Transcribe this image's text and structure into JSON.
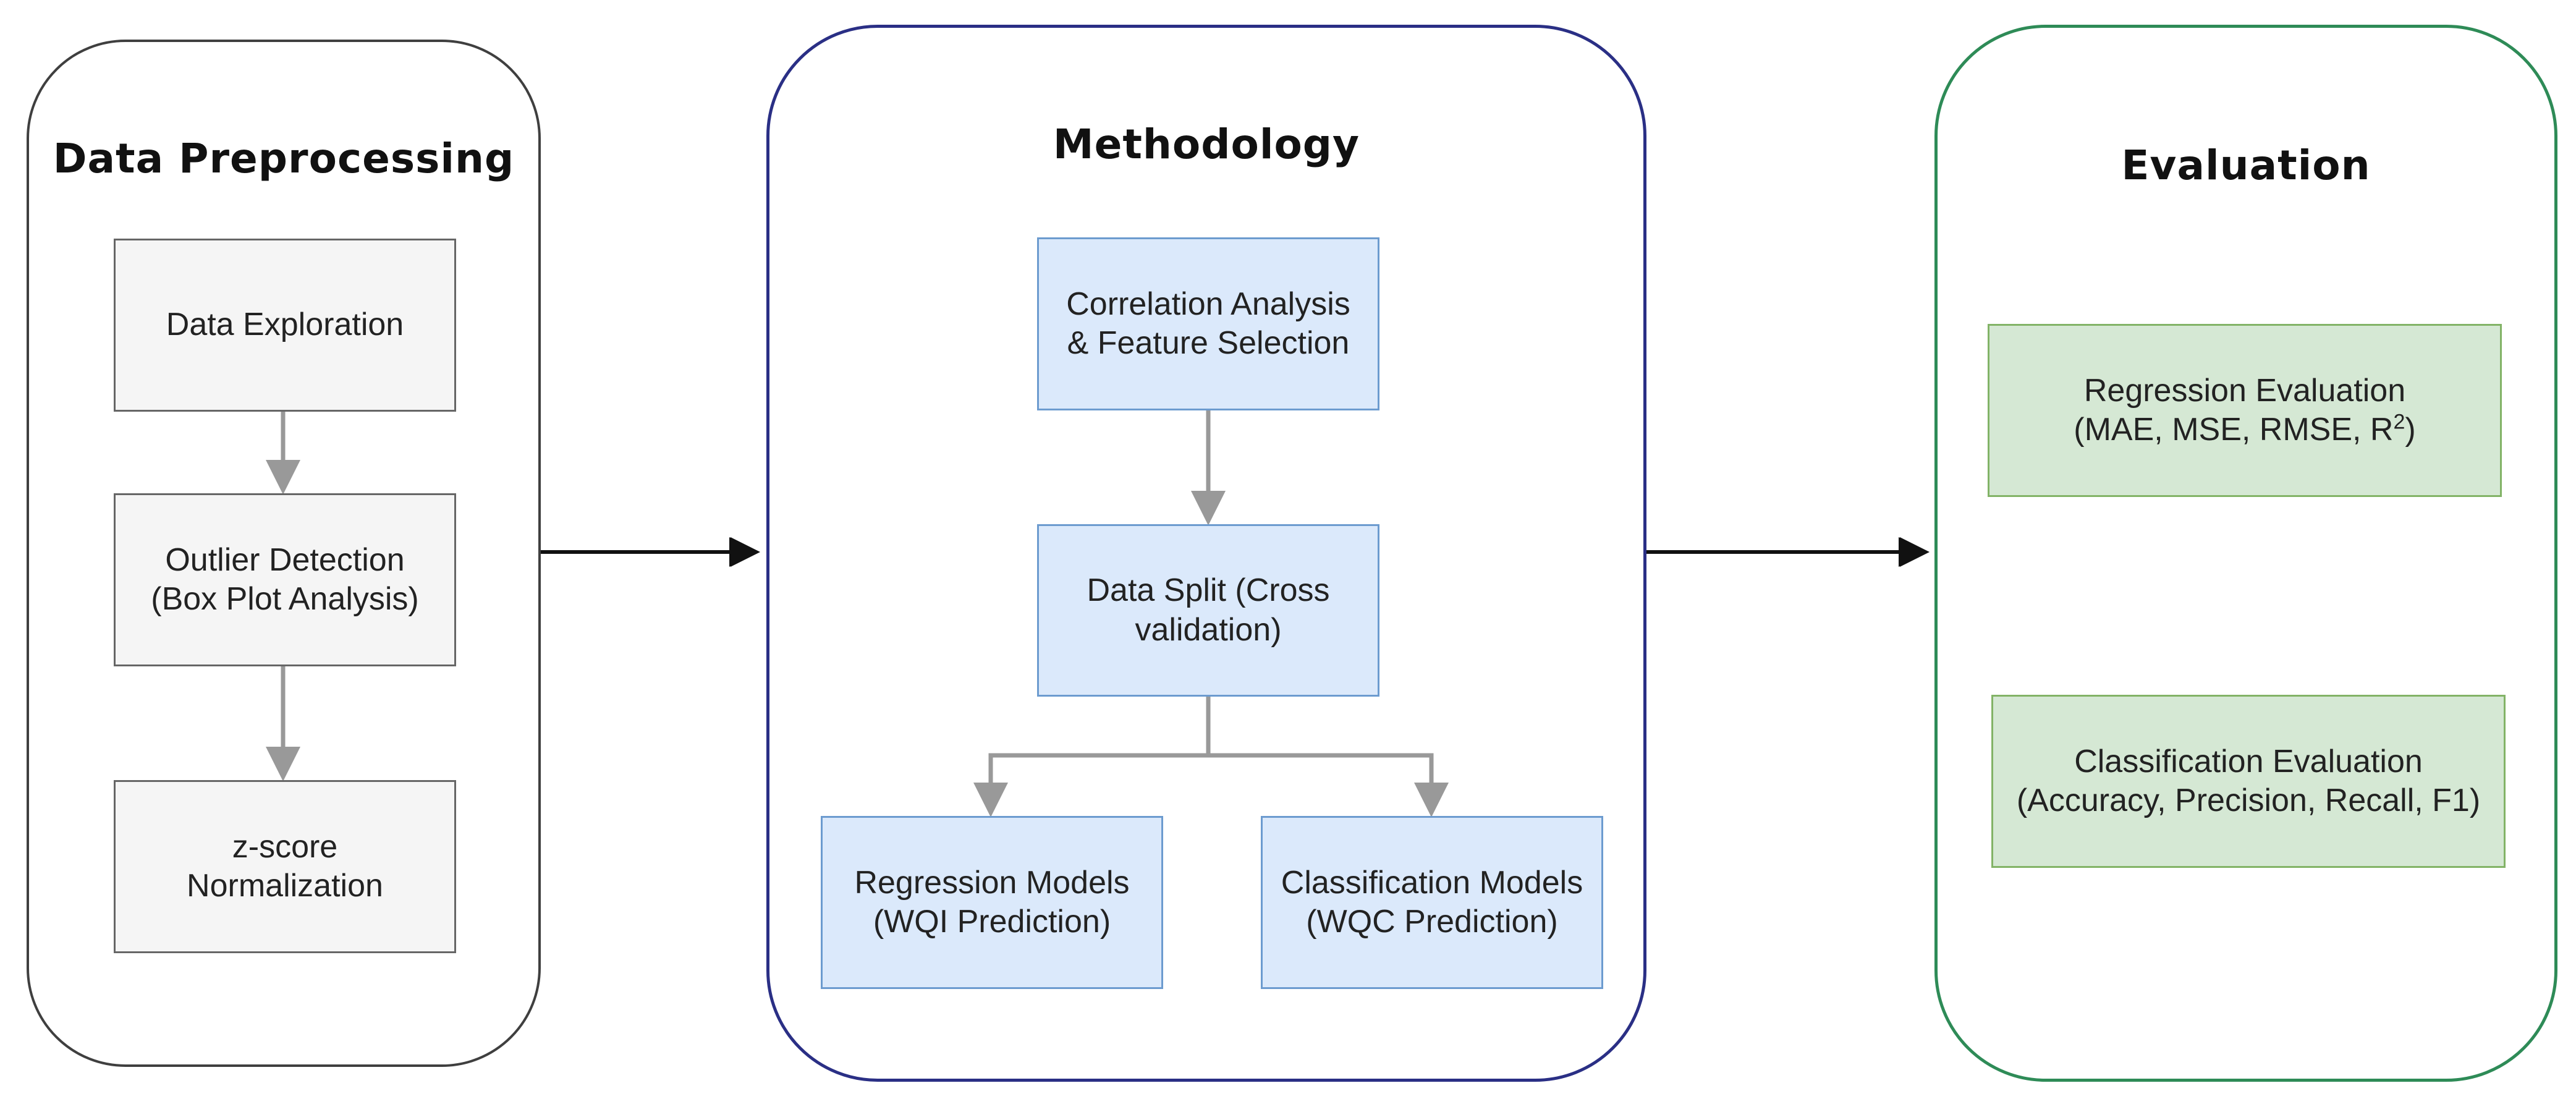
{
  "panels": {
    "preprocessing": {
      "title": "Data Preprocessing",
      "boxes": {
        "exploration": {
          "line1": "Data Exploration"
        },
        "outlier": {
          "line1": "Outlier Detection",
          "line2": "(Box Plot Analysis)"
        },
        "zscore": {
          "line1": "z-score",
          "line2": "Normalization"
        }
      }
    },
    "methodology": {
      "title": "Methodology",
      "boxes": {
        "correlation": {
          "line1": "Correlation Analysis",
          "line2": "& Feature Selection"
        },
        "split": {
          "line1": "Data Split (Cross",
          "line2": "validation)"
        },
        "regression": {
          "line1": "Regression Models",
          "line2": "(WQI Prediction)"
        },
        "classification": {
          "line1": "Classification Models",
          "line2": "(WQC Prediction)"
        }
      }
    },
    "evaluation": {
      "title": "Evaluation",
      "boxes": {
        "regression_eval": {
          "line1": "Regression Evaluation",
          "line2": "(MAE, MSE, RMSE, R",
          "line2_sup": "2",
          "line2_end": ")"
        },
        "classification_eval": {
          "line1": "Classification Evaluation",
          "line2": "(Accuracy, Precision, Recall, F1)"
        }
      }
    }
  },
  "colors": {
    "preprocessing_border": "#3f3f3f",
    "methodology_border": "#2a2f85",
    "evaluation_border": "#2e8b57",
    "grey_box_fill": "#f5f5f5",
    "blue_box_fill": "#dbe9fb",
    "green_box_fill": "#d5e8d4",
    "inner_arrow": "#999999",
    "main_arrow": "#111111"
  }
}
